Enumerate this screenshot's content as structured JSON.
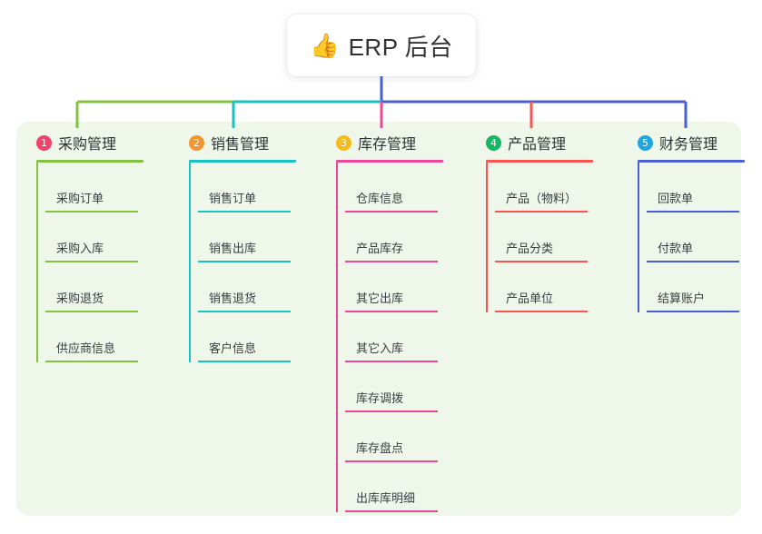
{
  "root": {
    "icon": "thumbs-up-emoji",
    "emoji": "👍",
    "title": "ERP 后台"
  },
  "panel": {
    "background": "#eef7e9"
  },
  "columns": [
    {
      "number": "1",
      "title": "采购管理",
      "badge_color": "#f0426b",
      "line_color": "#83c341",
      "items": [
        {
          "label": "采购订单"
        },
        {
          "label": "采购入库"
        },
        {
          "label": "采购退货"
        },
        {
          "label": "供应商信息"
        }
      ]
    },
    {
      "number": "2",
      "title": "销售管理",
      "badge_color": "#f0952f",
      "line_color": "#17c2c2",
      "items": [
        {
          "label": "销售订单"
        },
        {
          "label": "销售出库"
        },
        {
          "label": "销售退货"
        },
        {
          "label": "客户信息"
        }
      ]
    },
    {
      "number": "3",
      "title": "库存管理",
      "badge_color": "#f5bb1d",
      "line_color": "#ec4899",
      "items": [
        {
          "label": "仓库信息"
        },
        {
          "label": "产品库存"
        },
        {
          "label": "其它出库"
        },
        {
          "label": "其它入库"
        },
        {
          "label": "库存调拨"
        },
        {
          "label": "库存盘点"
        },
        {
          "label": "出库库明细"
        }
      ]
    },
    {
      "number": "4",
      "title": "产品管理",
      "badge_color": "#15b862",
      "line_color": "#f9544f",
      "items": [
        {
          "label": "产品（物料）"
        },
        {
          "label": "产品分类"
        },
        {
          "label": "产品单位"
        }
      ]
    },
    {
      "number": "5",
      "title": "财务管理",
      "badge_color": "#21a5e0",
      "line_color": "#4a5fd0",
      "items": [
        {
          "label": "回款单"
        },
        {
          "label": "付款单"
        },
        {
          "label": "结算账户"
        }
      ]
    }
  ]
}
